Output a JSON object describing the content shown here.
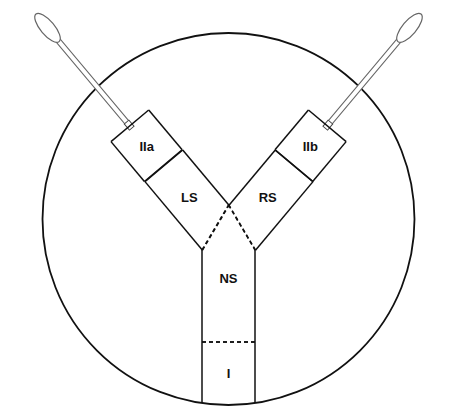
{
  "diagram": {
    "nodes": [
      {
        "text": [
          "IIa"
        ]
      },
      {
        "text": [
          "IIb"
        ]
      },
      {
        "text": [
          "LS"
        ]
      },
      {
        "text": [
          "RS"
        ]
      },
      {
        "text": [
          "NS"
        ]
      },
      {
        "text": [
          "I"
        ]
      }
    ]
  }
}
